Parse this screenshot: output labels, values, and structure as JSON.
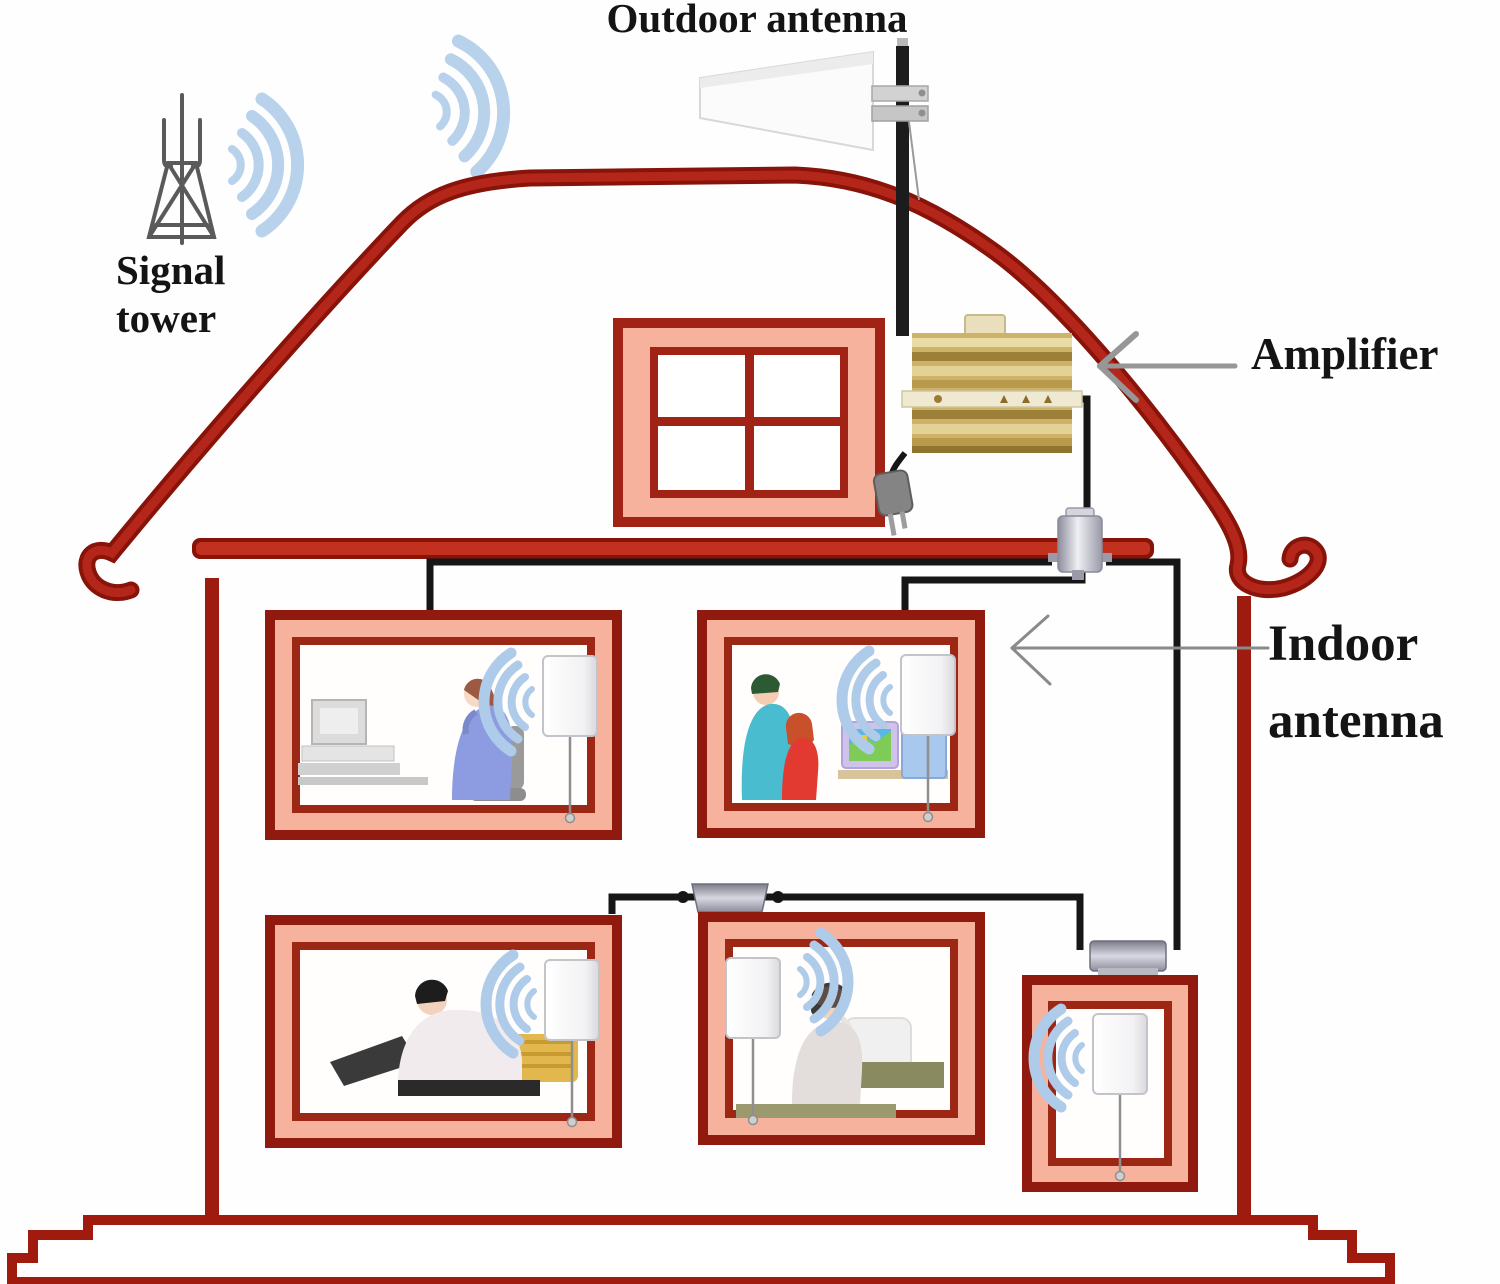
{
  "labels": {
    "outdoor_antenna": "Outdoor antenna",
    "signal_tower": {
      "line1": "Signal",
      "line2": "tower"
    },
    "amplifier": "Amplifier",
    "indoor_antenna": {
      "line1": "Indoor",
      "line2": "antenna"
    }
  },
  "colors": {
    "house_red": "#b5261a",
    "house_red_dark": "#7e120c",
    "room_border_red": "#8f1a0d",
    "frame_salmon": "#f6b29c",
    "cable_black": "#161616",
    "wave_blue": "#aecbe9",
    "amplifier_gold": "#cdb268",
    "splitter_gray": "#b9b9c2",
    "arrow_gray": "#979797",
    "text_black": "#141414"
  },
  "icons": [
    "signal-tower-icon",
    "radio-waves-icon",
    "outdoor-antenna-icon",
    "mounting-pole-icon",
    "amplifier-icon",
    "power-plug-icon",
    "splitter-icon",
    "indoor-antenna-icon",
    "attic-window-icon",
    "house-roof-icon",
    "steps-icon"
  ],
  "rooms": [
    {
      "id": "middle-left",
      "antenna_side": "right",
      "scene": "woman-on-phone-at-desk"
    },
    {
      "id": "middle-right",
      "antenna_side": "right",
      "scene": "man-and-girl-at-computer"
    },
    {
      "id": "bottom-left",
      "antenna_side": "right",
      "scene": "man-with-laptop-on-bench"
    },
    {
      "id": "bottom-middle",
      "antenna_side": "left",
      "scene": "woman-with-headset-on-phone"
    },
    {
      "id": "bottom-right",
      "antenna_side": "center",
      "scene": "antenna-only"
    }
  ]
}
